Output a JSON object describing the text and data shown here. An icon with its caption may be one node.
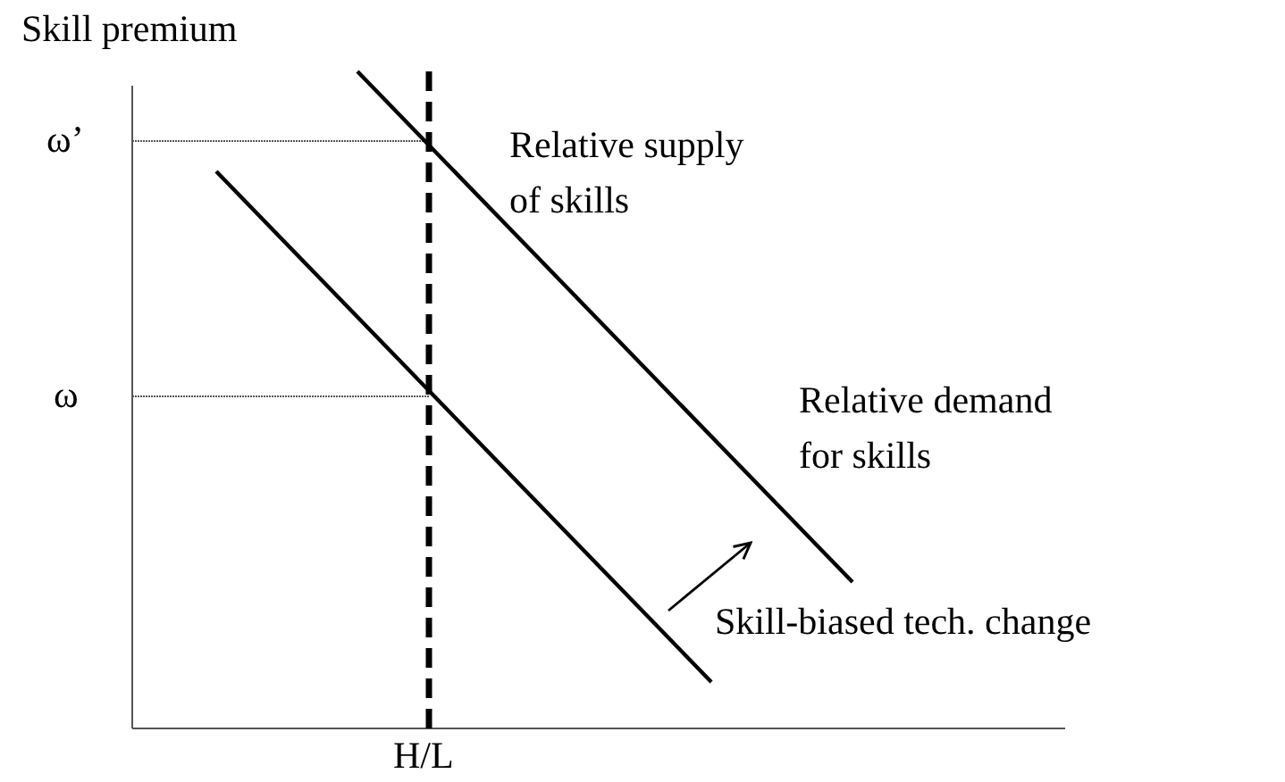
{
  "diagram": {
    "labels": [
      "Skill premium",
      "ω’",
      "Relative supply of skills",
      "ω",
      "Relative demand for skills",
      "Skill-biased tech. change",
      "H/L"
    ]
  }
}
